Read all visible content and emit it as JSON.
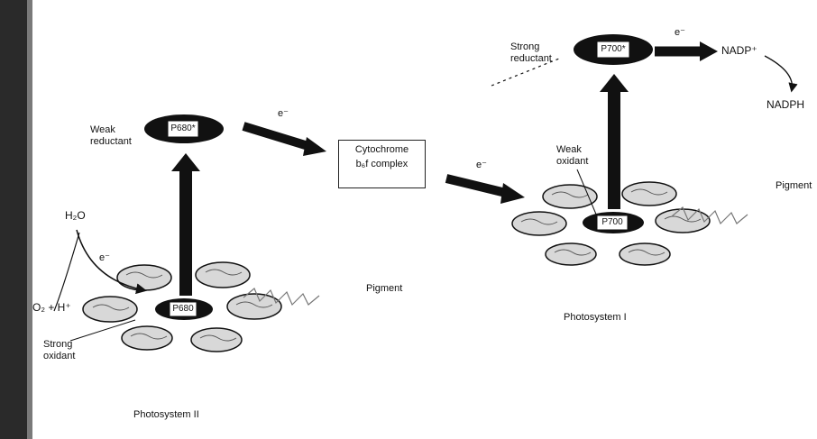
{
  "ps2": {
    "p680_top": "P680*",
    "p680_bottom": "P680",
    "weak_reductant": "Weak\nreductant",
    "h2o": "H₂O",
    "o2_h": "O₂ + H⁺",
    "e_minus": "e⁻",
    "strong_oxidant": "Strong\noxidant",
    "pigment_label": "Pigment",
    "caption": "Photosystem II"
  },
  "cytochrome": {
    "line1": "Cytochrome",
    "line2": "b₆f complex",
    "e_in": "e⁻",
    "e_out": "e⁻"
  },
  "ps1": {
    "p700_top": "P700*",
    "p700_bottom": "P700",
    "strong_reductant": "Strong\nreductant",
    "weak_oxidant": "Weak\noxidant",
    "e_minus": "e⁻",
    "nadp": "NADP⁺",
    "nadph": "NADPH",
    "pigment_label": "Pigment",
    "caption": "Photosystem I"
  }
}
